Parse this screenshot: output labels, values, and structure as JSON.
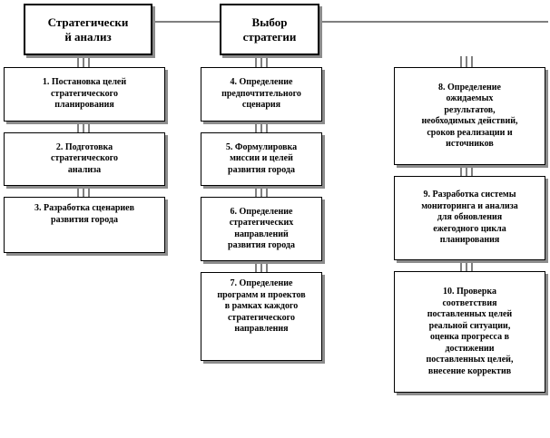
{
  "diagram": {
    "headers": {
      "analysis": "Стратегически\nй анализ",
      "choice": "Выбор\nстратегии"
    },
    "steps": {
      "s1": "1. Постановка  целей\nстратегического\nпланирования",
      "s2": "2. Подготовка\nстратегического\nанализа",
      "s3": "3. Разработка  сценариев\nразвития  города",
      "s4": "4. Определение\nпредпочтительного\nсценария",
      "s5": "5. Формулировка\nмиссии и целей\nразвития  города",
      "s6": "6. Определение\nстратегических\nнаправлений\nразвития  города",
      "s7": "7. Определение\nпрограмм  и проектов\nв рамках  каждого\nстратегического\nнаправления",
      "s8": "8. Определение\nожидаемых\nрезультатов,\nнеобходимых  действий,\nсроков  реализации  и\nисточников",
      "s9": "9. Разработка  системы\nмониторинга  и анализа\nдля обновления\nежегодного цикла\nпланирования",
      "s10": "10. Проверка\nсоответствия\nпоставленных  целей\nреальной  ситуации,\nоценка прогресса  в\nдостижении\nпоставленных целей,\nвнесение  корректив"
    }
  }
}
